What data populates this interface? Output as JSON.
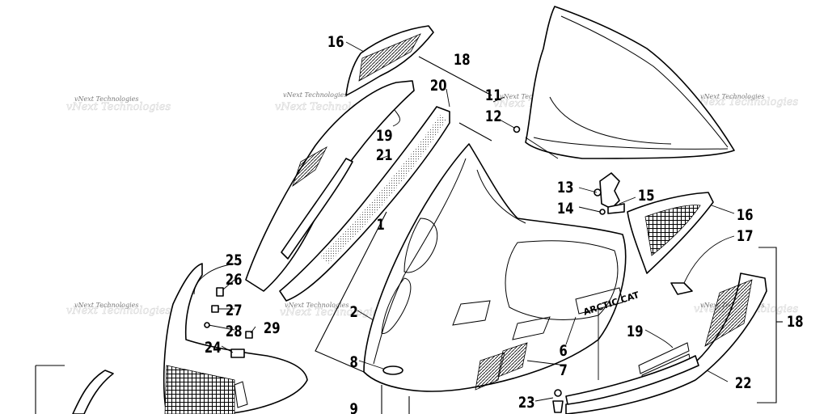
{
  "watermark": {
    "text": "vNext Technologies"
  },
  "decal": {
    "brand_text": "ARCTIC CAT"
  },
  "callouts": [
    {
      "id": "c16a",
      "label": "16"
    },
    {
      "id": "c18a",
      "label": "18"
    },
    {
      "id": "c20",
      "label": "20"
    },
    {
      "id": "c11",
      "label": "11"
    },
    {
      "id": "c12",
      "label": "12"
    },
    {
      "id": "c19a",
      "label": "19"
    },
    {
      "id": "c21",
      "label": "21"
    },
    {
      "id": "c13",
      "label": "13"
    },
    {
      "id": "c14",
      "label": "14"
    },
    {
      "id": "c15",
      "label": "15"
    },
    {
      "id": "c16b",
      "label": "16"
    },
    {
      "id": "c17",
      "label": "17"
    },
    {
      "id": "c1",
      "label": "1"
    },
    {
      "id": "c25",
      "label": "25"
    },
    {
      "id": "c26",
      "label": "26"
    },
    {
      "id": "c27",
      "label": "27"
    },
    {
      "id": "c28",
      "label": "28"
    },
    {
      "id": "c29",
      "label": "29"
    },
    {
      "id": "c24",
      "label": "24"
    },
    {
      "id": "c2",
      "label": "2"
    },
    {
      "id": "c8",
      "label": "8"
    },
    {
      "id": "c6",
      "label": "6"
    },
    {
      "id": "c7",
      "label": "7"
    },
    {
      "id": "c19b",
      "label": "19"
    },
    {
      "id": "c18b",
      "label": "18"
    },
    {
      "id": "c22",
      "label": "22"
    },
    {
      "id": "c23",
      "label": "23"
    },
    {
      "id": "c9",
      "label": "9"
    }
  ]
}
